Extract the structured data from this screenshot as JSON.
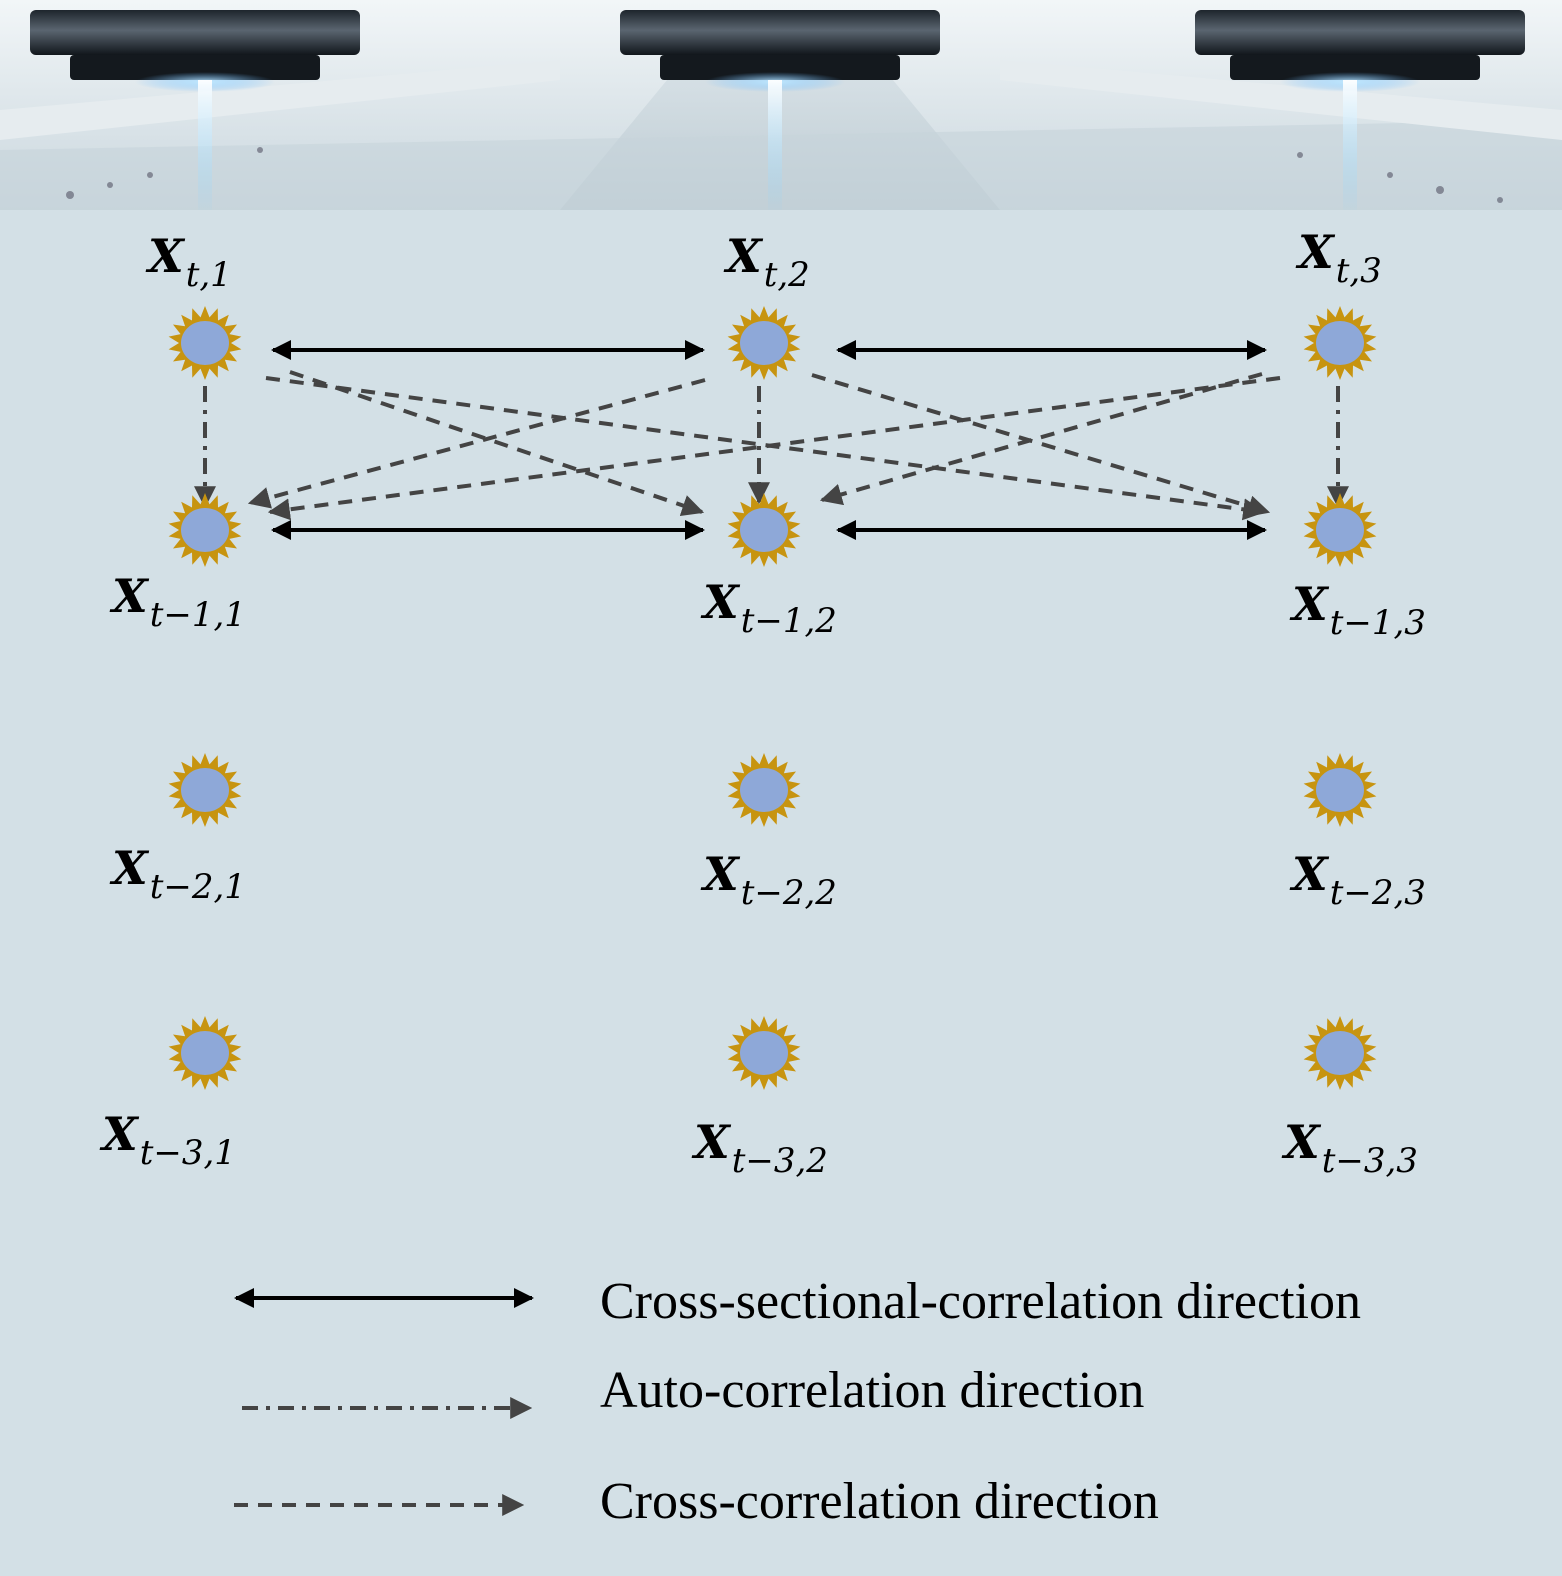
{
  "nodes": [
    {
      "id": "t1",
      "base": "X",
      "sub": "t,1"
    },
    {
      "id": "t2",
      "base": "X",
      "sub": "t,2"
    },
    {
      "id": "t3",
      "base": "X",
      "sub": "t,3"
    },
    {
      "id": "t11",
      "base": "X",
      "sub": "t−1,1"
    },
    {
      "id": "t12",
      "base": "X",
      "sub": "t−1,2"
    },
    {
      "id": "t13",
      "base": "X",
      "sub": "t−1,3"
    },
    {
      "id": "t21",
      "base": "X",
      "sub": "t−2,1"
    },
    {
      "id": "t22",
      "base": "X",
      "sub": "t−2,2"
    },
    {
      "id": "t23",
      "base": "X",
      "sub": "t−2,3"
    },
    {
      "id": "t31",
      "base": "X",
      "sub": "t−3,1"
    },
    {
      "id": "t32",
      "base": "X",
      "sub": "t−3,2"
    },
    {
      "id": "t33",
      "base": "X",
      "sub": "t−3,3"
    }
  ],
  "edges": [
    {
      "type": "cross-sectional",
      "from": "t1",
      "to": "t2"
    },
    {
      "type": "cross-sectional",
      "from": "t2",
      "to": "t3"
    },
    {
      "type": "cross-sectional",
      "from": "t11",
      "to": "t12"
    },
    {
      "type": "cross-sectional",
      "from": "t12",
      "to": "t13"
    },
    {
      "type": "auto",
      "from": "t1",
      "to": "t11"
    },
    {
      "type": "auto",
      "from": "t2",
      "to": "t12"
    },
    {
      "type": "auto",
      "from": "t3",
      "to": "t13"
    },
    {
      "type": "cross",
      "from": "t1",
      "to": "t12"
    },
    {
      "type": "cross",
      "from": "t1",
      "to": "t13"
    },
    {
      "type": "cross",
      "from": "t2",
      "to": "t11"
    },
    {
      "type": "cross",
      "from": "t2",
      "to": "t13"
    },
    {
      "type": "cross",
      "from": "t3",
      "to": "t11"
    },
    {
      "type": "cross",
      "from": "t3",
      "to": "t12"
    }
  ],
  "legend": {
    "cross_sectional": "Cross-sectional-correlation direction",
    "auto": "Auto-correlation direction",
    "cross": "Cross-correlation direction"
  },
  "colors": {
    "background": "#d3e0e6",
    "node_fill": "#8ea8d8",
    "node_ring": "#c79410",
    "solid_arrow": "#000000",
    "dashed_arrow": "#444444"
  }
}
